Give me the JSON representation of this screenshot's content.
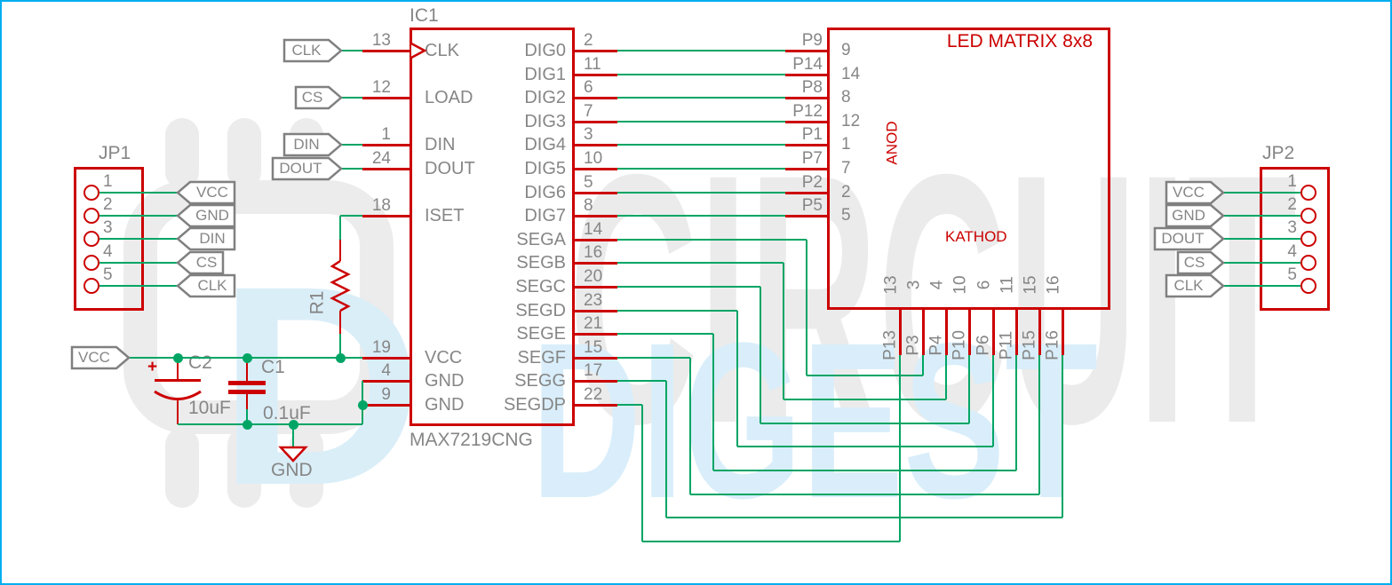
{
  "colors": {
    "wire_green": "#00a565",
    "component_red": "#cc0000",
    "label_gray": "#868686",
    "flag_gray": "#808080",
    "frame_blue": "#00aeef",
    "watermark_gray": "#ececec",
    "watermark_blue": "#d9eefa"
  },
  "watermark": {
    "word_gray": "CIRCUIT",
    "word_blue": "DIGEST",
    "logo_letter": "D"
  },
  "ic1": {
    "ref": "IC1",
    "part": "MAX7219CNG",
    "left_pins": [
      {
        "num": "13",
        "label": "CLK"
      },
      {
        "num": "12",
        "label": "LOAD"
      },
      {
        "num": "1",
        "label": "DIN"
      },
      {
        "num": "24",
        "label": "DOUT"
      },
      {
        "num": "18",
        "label": "ISET"
      },
      {
        "num": "19",
        "label": "VCC"
      },
      {
        "num": "4",
        "label": "GND"
      },
      {
        "num": "9",
        "label": "GND"
      }
    ],
    "right_pins": [
      {
        "num": "2",
        "label": "DIG0"
      },
      {
        "num": "11",
        "label": "DIG1"
      },
      {
        "num": "6",
        "label": "DIG2"
      },
      {
        "num": "7",
        "label": "DIG3"
      },
      {
        "num": "3",
        "label": "DIG4"
      },
      {
        "num": "10",
        "label": "DIG5"
      },
      {
        "num": "5",
        "label": "DIG6"
      },
      {
        "num": "8",
        "label": "DIG7"
      },
      {
        "num": "14",
        "label": "SEGA"
      },
      {
        "num": "16",
        "label": "SEGB"
      },
      {
        "num": "20",
        "label": "SEGC"
      },
      {
        "num": "23",
        "label": "SEGD"
      },
      {
        "num": "21",
        "label": "SEGE"
      },
      {
        "num": "15",
        "label": "SEGF"
      },
      {
        "num": "17",
        "label": "SEGG"
      },
      {
        "num": "22",
        "label": "SEGDP"
      }
    ]
  },
  "dig_nets": [
    "P9",
    "P14",
    "P8",
    "P12",
    "P1",
    "P7",
    "P2",
    "P5"
  ],
  "led_matrix": {
    "title": "LED MATRIX 8x8",
    "anode_label": "ANOD",
    "cathode_label": "KATHOD",
    "left_pin_numbers": [
      "9",
      "14",
      "8",
      "12",
      "1",
      "7",
      "2",
      "5"
    ],
    "bottom_pins": [
      {
        "num": "13",
        "net": "P13"
      },
      {
        "num": "3",
        "net": "P3"
      },
      {
        "num": "4",
        "net": "P4"
      },
      {
        "num": "10",
        "net": "P10"
      },
      {
        "num": "6",
        "net": "P6"
      },
      {
        "num": "11",
        "net": "P11"
      },
      {
        "num": "15",
        "net": "P15"
      },
      {
        "num": "16",
        "net": "P16"
      }
    ]
  },
  "jp1": {
    "ref": "JP1",
    "pins": [
      {
        "num": "1",
        "flag": "VCC"
      },
      {
        "num": "2",
        "flag": "GND"
      },
      {
        "num": "3",
        "flag": "DIN"
      },
      {
        "num": "4",
        "flag": "CS"
      },
      {
        "num": "5",
        "flag": "CLK"
      }
    ]
  },
  "jp2": {
    "ref": "JP2",
    "pins": [
      {
        "num": "1",
        "flag": "VCC"
      },
      {
        "num": "2",
        "flag": "GND"
      },
      {
        "num": "3",
        "flag": "DOUT"
      },
      {
        "num": "4",
        "flag": "CS"
      },
      {
        "num": "5",
        "flag": "CLK"
      }
    ]
  },
  "input_flags": [
    {
      "label": "CLK"
    },
    {
      "label": "CS"
    },
    {
      "label": "DIN"
    },
    {
      "label": "DOUT"
    }
  ],
  "power_flag": "VCC",
  "components": {
    "r1": {
      "ref": "R1"
    },
    "c1": {
      "ref": "C1",
      "value": "0.1uF"
    },
    "c2": {
      "ref": "C2",
      "value": "10uF",
      "polarity_mark": "+"
    },
    "gnd_symbol_label": "GND"
  }
}
